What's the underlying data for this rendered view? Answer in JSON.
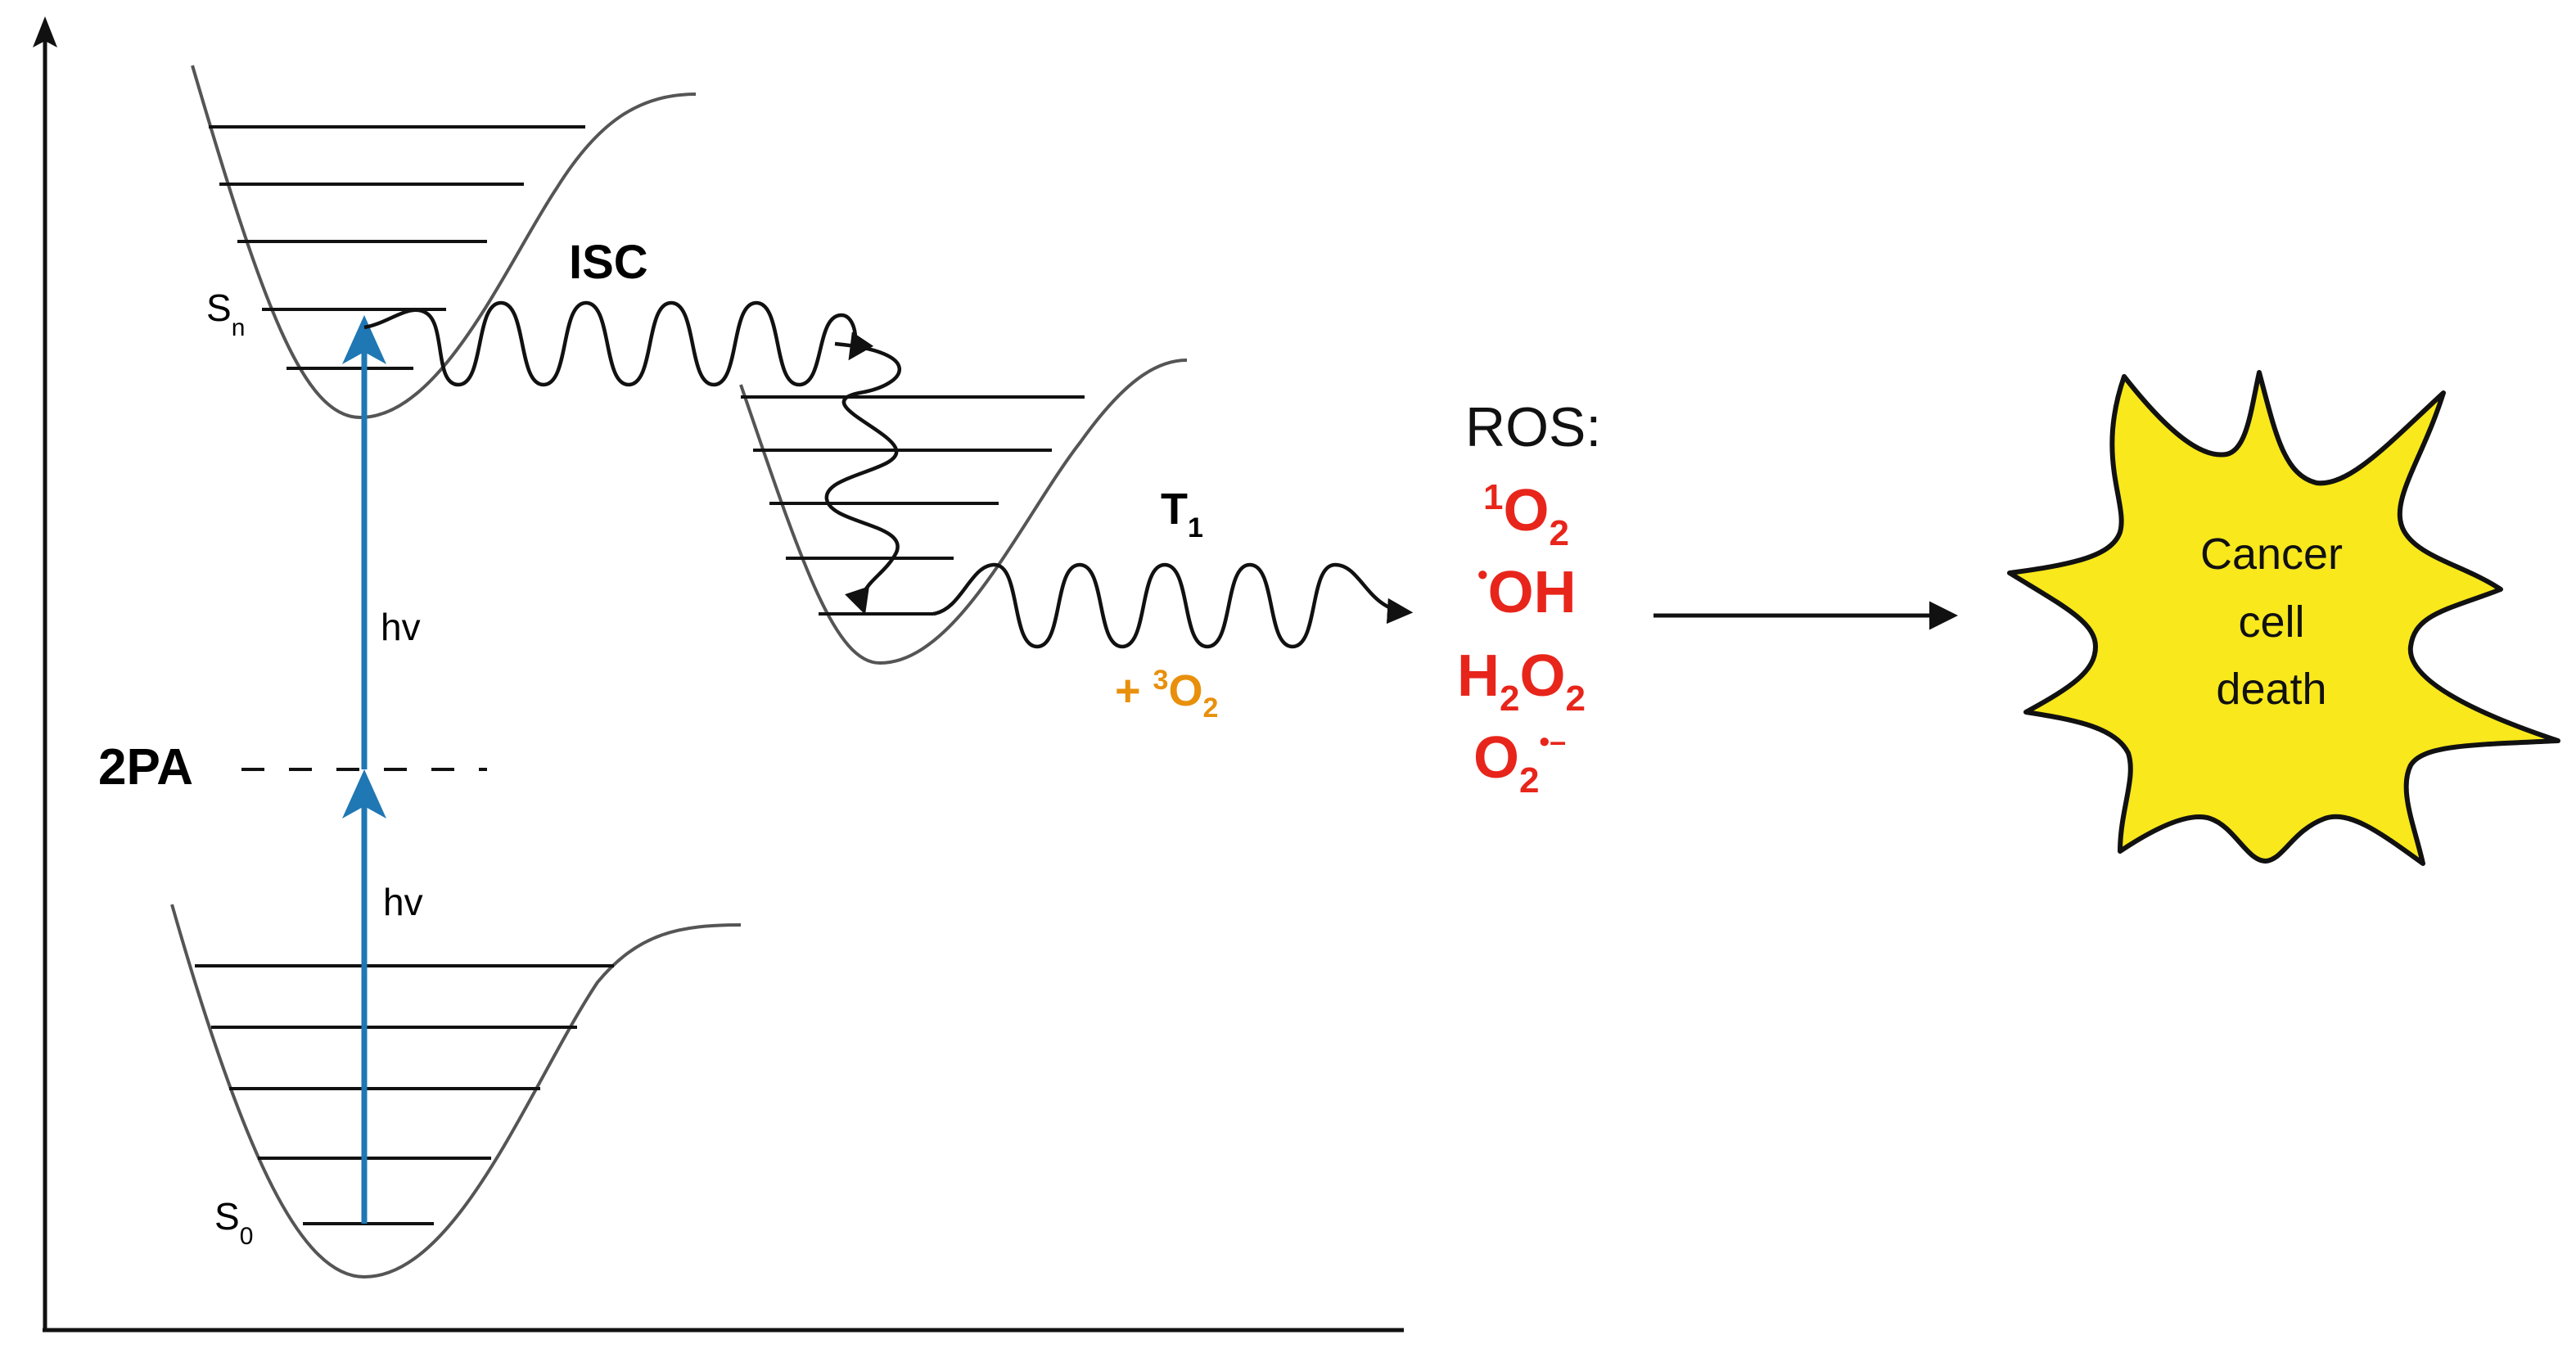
{
  "labels": {
    "sn_main": "S",
    "sn_sub": "n",
    "s0_main": "S",
    "s0_sub": "0",
    "isc": "ISC",
    "t1_main": "T",
    "t1_sub": "1",
    "hv_upper": "hv",
    "hv_lower": "hv",
    "two_pa": "2PA",
    "oxygen_plus": "+ ",
    "oxygen_sup": "3",
    "oxygen_o": "O",
    "oxygen_sub": "2"
  },
  "ros": {
    "heading": "ROS:",
    "singlet_sup": "1",
    "singlet_o": "O",
    "singlet_sub": "2",
    "hydroxyl_dot": "•",
    "hydroxyl": "OH",
    "peroxide_h": "H",
    "peroxide_sub1": "2",
    "peroxide_o": "O",
    "peroxide_sub2": "2",
    "superoxide_o": "O",
    "superoxide_sub": "2",
    "superoxide_sup": "•–"
  },
  "outcome": {
    "line1": "Cancer",
    "line2": "cell",
    "line3": "death"
  },
  "colors": {
    "excitation_arrow": "#1f77b4",
    "ros": "#e8251b",
    "oxygen": "#e8900c",
    "burst_fill": "#f8e81c"
  }
}
